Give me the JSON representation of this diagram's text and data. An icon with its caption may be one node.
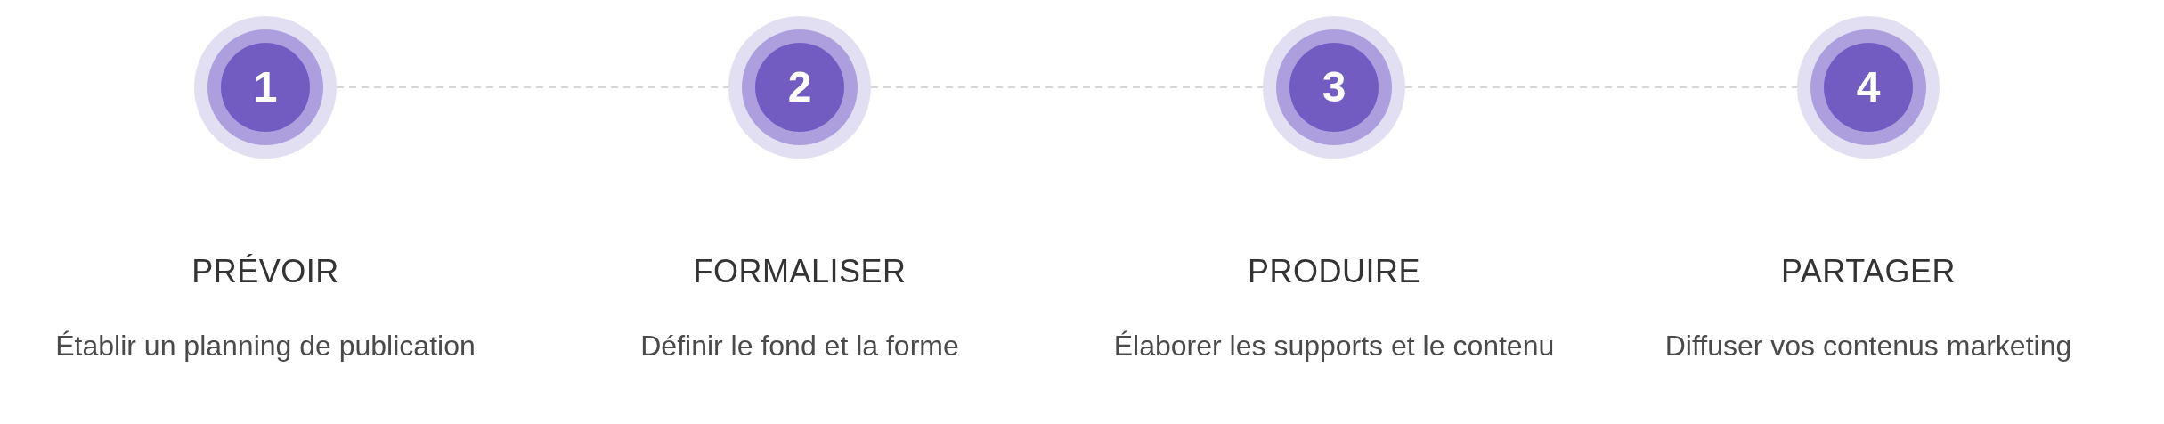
{
  "diagram": {
    "nodes": [
      {
        "text": [
          "1"
        ],
        "beside": [
          "PRÉVOIR",
          "Établir un planning de publication"
        ]
      },
      {
        "text": [
          "2"
        ],
        "beside": [
          "FORMALISER",
          "Définir le fond et la forme"
        ]
      },
      {
        "text": [
          "3"
        ],
        "beside": [
          "PRODUIRE",
          "Élaborer les supports et le contenu"
        ]
      },
      {
        "text": [
          "4"
        ],
        "beside": [
          "PARTAGER",
          "Diffuser vos contenus marketing"
        ]
      }
    ],
    "edges": [
      {
        "from": 0,
        "to": 1,
        "arrow": "none",
        "style": "dashed"
      },
      {
        "from": 1,
        "to": 2,
        "arrow": "none",
        "style": "dashed"
      },
      {
        "from": 2,
        "to": 3,
        "arrow": "none",
        "style": "dashed"
      }
    ]
  }
}
